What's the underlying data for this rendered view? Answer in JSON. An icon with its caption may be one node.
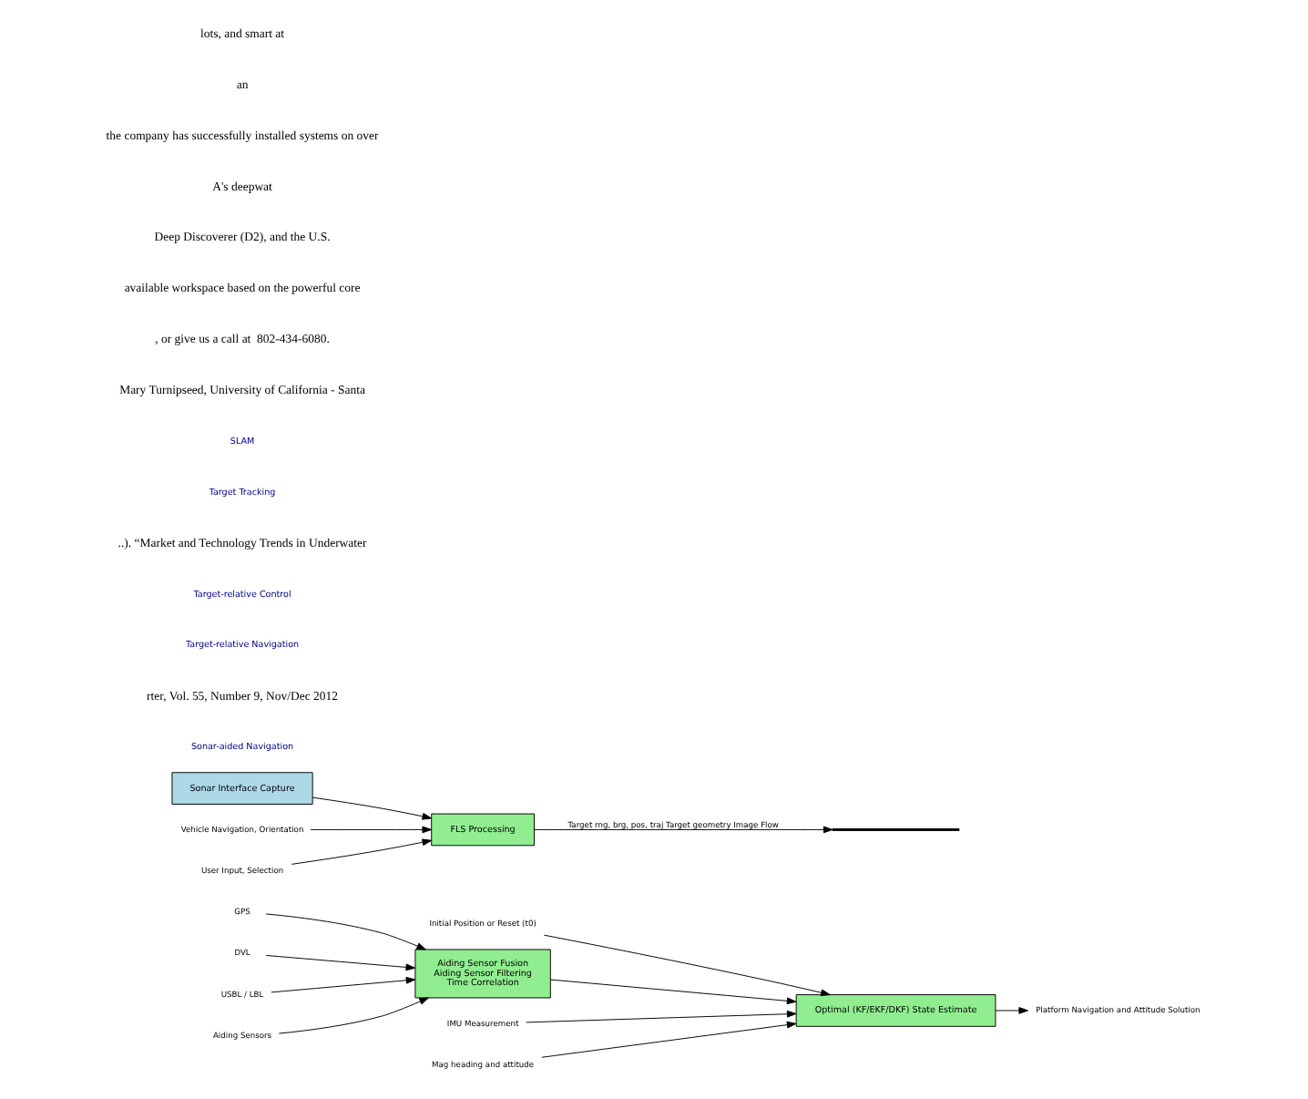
{
  "diagram": {
    "nodes": [
      {
        "text": [
          "Initial Position or Reset (t0)"
        ]
      },
      {
        "text": [
          "GPS"
        ]
      },
      {
        "text": [
          "DVL"
        ]
      },
      {
        "text": [
          "USBL / LBL"
        ]
      },
      {
        "text": [
          "Aiding Sensors"
        ]
      },
      {
        "text": [
          "Aiding Sensor Fusion",
          "Aiding Sensor Filtering",
          "Time Correlation"
        ]
      },
      {
        "text": [
          "Optimal (KF/EKF/DKF) State Estimate"
        ]
      },
      {
        "text": [
          "IMU Measurement"
        ]
      },
      {
        "text": [
          "Mag heading and attitude"
        ]
      },
      {
        "text": [
          "Platform Navigation and Attitude Solution"
        ]
      },
      {
        "text": [
          "Sonar Interface Capture"
        ]
      },
      {
        "text": [
          "FLS Processing"
        ]
      },
      {
        "text": [
          "Vehicle Navigation, Orientation"
        ]
      },
      {
        "text": [
          "User Input, Selection"
        ]
      },
      {
        "text": [],
        "shape": "bar"
      }
    ],
    "edges": [
      {
        "from": 0,
        "to": 6,
        "arrow": "to"
      },
      {
        "from": 1,
        "to": 5,
        "arrow": "to"
      },
      {
        "from": 2,
        "to": 5,
        "arrow": "to"
      },
      {
        "from": 3,
        "to": 5,
        "arrow": "to"
      },
      {
        "from": 4,
        "to": 5,
        "arrow": "to"
      },
      {
        "from": 5,
        "to": 6,
        "arrow": "to"
      },
      {
        "from": 7,
        "to": 6,
        "arrow": "to"
      },
      {
        "from": 8,
        "to": 6,
        "arrow": "to"
      },
      {
        "from": 6,
        "to": 9,
        "arrow": "to"
      },
      {
        "from": 10,
        "to": 11,
        "arrow": "to"
      },
      {
        "from": 12,
        "to": 11,
        "arrow": "to"
      },
      {
        "from": 13,
        "to": 11,
        "arrow": "to"
      },
      {
        "from": 11,
        "to": 14,
        "arrow": "to",
        "label": "Target rng, brg, pos, traj Target geometry Image Flow"
      }
    ],
    "labels": [
      "lots, and smart at",
      "an",
      "the company has successfully installed systems on over",
      "A's deepwat",
      "Deep Discoverer (D2), and the U.S.",
      "available workspace based on the powerful core",
      ", or give us a call at  802-434-6080.",
      "Mary Turnipseed, University of California - Santa",
      "SLAM",
      "Target Tracking",
      "..). “Market and Technology Trends in Underwater",
      "Target-relative Control",
      "Target-relative Navigation",
      "rter, Vol. 55, Number 9, Nov/Dec 2012",
      "Sonar-aided Navigation"
    ]
  }
}
